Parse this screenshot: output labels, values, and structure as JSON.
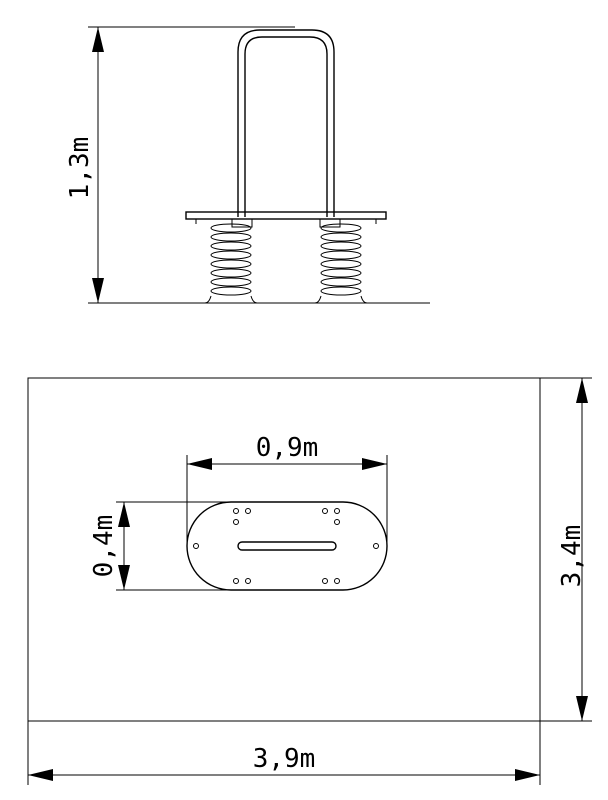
{
  "diagram": {
    "elevation_view": {
      "height_label": "1,3m"
    },
    "plan_view": {
      "area_width_label": "3,9m",
      "area_depth_label": "3,4m",
      "platform_length_label": "0,9m",
      "platform_width_label": "0,4m"
    }
  }
}
